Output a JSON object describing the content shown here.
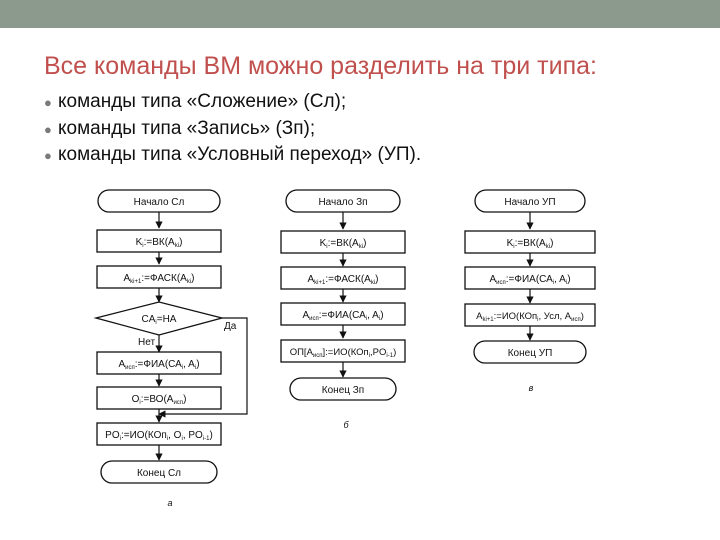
{
  "slide": {
    "title": "Все команды ВМ можно разделить на три типа:",
    "bullets": [
      "команды типа «Сложение» (Сл);",
      "команды типа «Запись» (Зп);",
      "команды типа «Условный переход» (УП)."
    ]
  },
  "diagram": {
    "a": {
      "caption": "а",
      "start": "Начало Сл",
      "k": {
        "base": "K",
        "sub1": "i",
        "mid": ":=ВК(А",
        "sub2": "ki",
        "tail": ")"
      },
      "fetch": {
        "base": "A",
        "sub1": "ki+1",
        "mid": ":=ФАСК(А",
        "sub2": "ki",
        "tail": ")"
      },
      "decision": {
        "base": "CA",
        "sub1": "i",
        "tail": "=НА"
      },
      "yes_label": "Да",
      "no_label": "Нет",
      "exec": {
        "base": "A",
        "sub1": "исп",
        "mid": ":=ФИА(СА",
        "sub2": "i",
        "mid2": ", A",
        "sub3": "i",
        "tail": ")"
      },
      "read": {
        "base": "O",
        "sub1": "i",
        "mid": ":=ВО(А",
        "sub2": "исп",
        "tail": ")"
      },
      "ro": {
        "base": "PO",
        "sub1": "i",
        "mid": ":=ИО(КОп",
        "sub2": "i",
        "mid2": ", O",
        "sub3": "i",
        "mid3": ", PO",
        "sub4": "i-1",
        "tail": ")"
      },
      "end": "Конец Сл"
    },
    "b": {
      "caption": "б",
      "start": "Начало Зп",
      "k": {
        "base": "K",
        "sub1": "i",
        "mid": ":=ВК(А",
        "sub2": "ki",
        "tail": ")"
      },
      "fetch": {
        "base": "A",
        "sub1": "ki+1",
        "mid": ":=ФАСК(А",
        "sub2": "ki",
        "tail": ")"
      },
      "exec": {
        "base": "A",
        "sub1": "исп",
        "mid": ":=ФИА(СА",
        "sub2": "i",
        "mid2": ", A",
        "sub3": "i",
        "tail": ")"
      },
      "write": {
        "base": "ОП[А",
        "sub1": "исп",
        "mid": "]:=ИО(КОп",
        "sub2": "i",
        "mid2": ",PO",
        "sub3": "i-1",
        "tail": ")"
      },
      "end": "Конец Зп"
    },
    "c": {
      "caption": "в",
      "start": "Начало УП",
      "k": {
        "base": "K",
        "sub1": "i",
        "mid": ":=ВК(А",
        "sub2": "ki",
        "tail": ")"
      },
      "exec": {
        "base": "A",
        "sub1": "исп",
        "mid": ":=ФИА(СА",
        "sub2": "i",
        "mid2": ", A",
        "sub3": "i",
        "tail": ")"
      },
      "next": {
        "base": "A",
        "sub1": "ki+1",
        "mid": ":=ИО(КОп",
        "sub2": "i",
        "mid2": ", Усл, A",
        "sub3": "исп",
        "tail": ")"
      },
      "end": "Конец УП"
    }
  }
}
